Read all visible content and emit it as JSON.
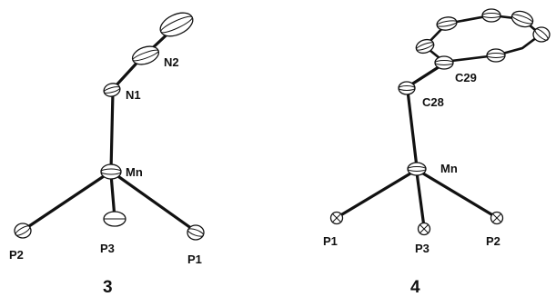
{
  "structures": [
    {
      "caption": "3",
      "labels": {
        "n1": "N1",
        "n2": "N2",
        "mn": "Mn",
        "p1": "P1",
        "p2": "P2",
        "p3": "P3"
      }
    },
    {
      "caption": "4",
      "labels": {
        "c28": "C28",
        "c29": "C29",
        "mn": "Mn",
        "p1": "P1",
        "p2": "P2",
        "p3": "P3"
      }
    }
  ]
}
